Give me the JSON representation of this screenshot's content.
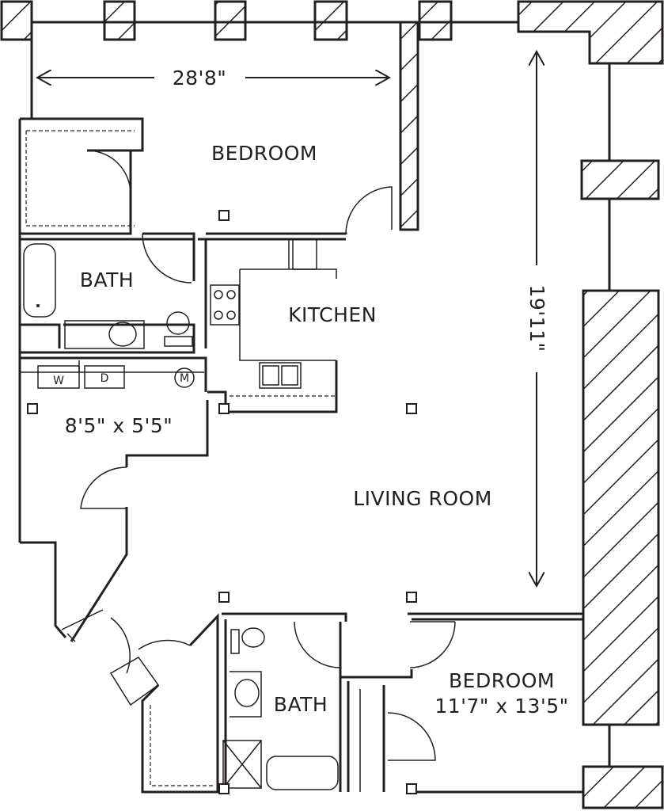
{
  "plan": {
    "width_dim": "28'8\"",
    "height_dim": "19'11\"",
    "rooms": {
      "bedroom_top": "BEDROOM",
      "bath_top": "BATH",
      "kitchen": "KITCHEN",
      "laundry_size": "8'5\" x 5'5\"",
      "living_room": "LIVING ROOM",
      "bedroom_bottom": "BEDROOM",
      "bedroom_bottom_size": "11'7\" x 13'5\"",
      "bath_bottom": "BATH"
    },
    "appliances": {
      "washer": "W",
      "dryer": "D",
      "meter": "M"
    }
  }
}
